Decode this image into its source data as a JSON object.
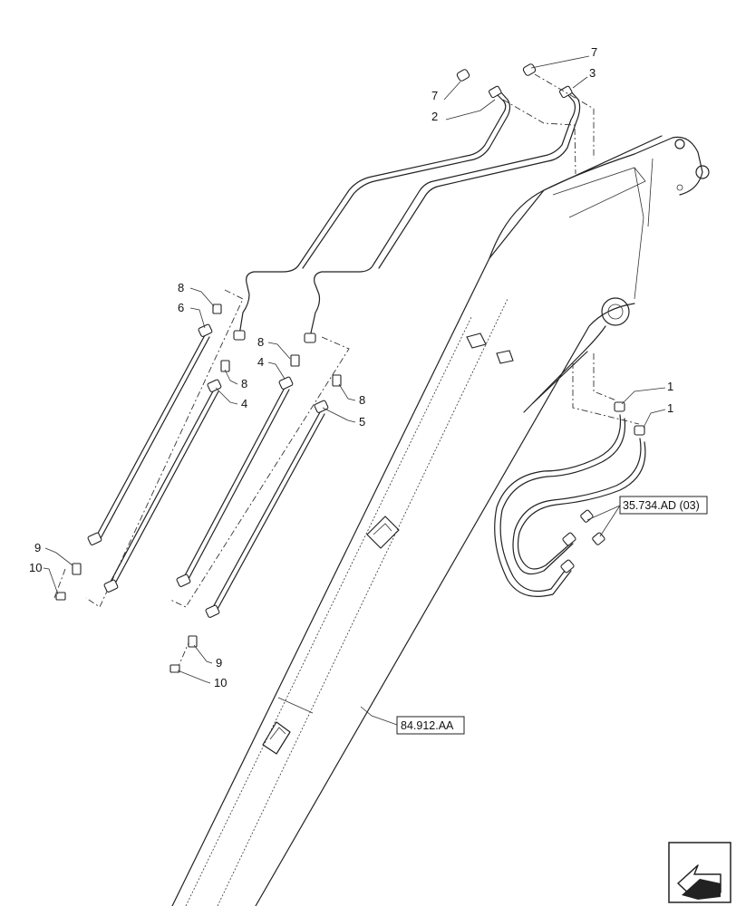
{
  "callouts": {
    "c7a": "7",
    "c3": "3",
    "c7b": "7",
    "c2": "2",
    "c8a": "8",
    "c6": "6",
    "c8b": "8",
    "c4a": "4",
    "c8c": "8",
    "c4b": "4",
    "c8d": "8",
    "c5": "5",
    "c9a": "9",
    "c10a": "10",
    "c9b": "9",
    "c10b": "10",
    "c1a": "1",
    "c1b": "1"
  },
  "references": {
    "hose_ref": "35.734.AD (03)",
    "boom_ref": "84.912.AA"
  },
  "icons": {
    "nav": "navigation-arrow-icon"
  }
}
